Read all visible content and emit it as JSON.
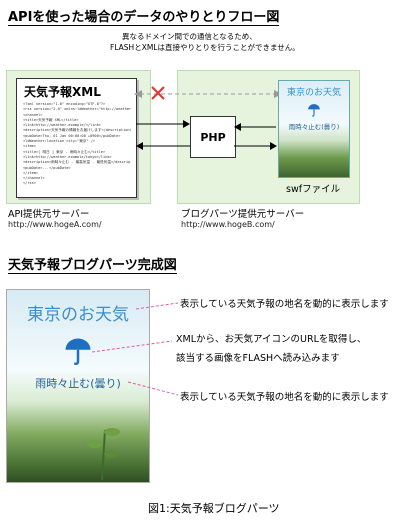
{
  "section1": {
    "title": "APIを使った場合のデータのやりとりフロー図"
  },
  "xml_box": {
    "title": "天気予報XML",
    "doc_lines": [
      "<?xml version=\"1.0\" encoding=\"UTF-8\"?>",
      "<rss version=\"2.0\" xmlns:ldWeather=\"http://weather",
      "<channel>",
      "<title>天気予報 XML</title>",
      "<link>http://weather.example/</link>",
      "<description>天気予報の情報をお届けします</description>",
      "<pubDate>Thu, 01 Jan 00:00:00 +0900</pubDate>",
      "<ldWeather:location city=\"東京\" />",
      "<item>",
      "<title>[ 明日 ] 東京 - 雨時々止む</title>",
      "<link>http://weather.example/tokyo</link>",
      "<description>雨時々止む - 最高気温 - 最低気温</description>",
      "<pubDate>...</pubDate>",
      "</item>",
      "</channel>",
      "</rss>"
    ]
  },
  "cross_domain_note": {
    "line1": "異なるドメイン間での通信となるため、",
    "line2": "FLASHとXMLは直接やりとりを行うことができません。"
  },
  "php_label": "PHP",
  "swf_widget_small": {
    "title": "東京のお天気",
    "forecast": "雨時々止む(曇り)",
    "caption": "swfファイル"
  },
  "provider_a": {
    "label": "API提供元サーバー",
    "url": "http://www.hogeA.com/"
  },
  "provider_b": {
    "label": "ブログパーツ提供元サーバー",
    "url": "http://www.hogeB.com/"
  },
  "section2": {
    "title": "天気予報ブログパーツ完成図"
  },
  "widget_large": {
    "title": "東京のお天気",
    "forecast": "雨時々止む(曇り)"
  },
  "annotations": {
    "a1": "表示している天気予報の地名を動的に表示します",
    "a2_line1": "XMLから、お天気アイコンのURLを取得し、",
    "a2_line2": "該当する画像をFLASHへ読み込みます",
    "a3": "表示している天気予報の地名を動的に表示します"
  },
  "figure_caption": "図1:天気予報ブログパーツ",
  "icon": {
    "umbrella": "umbrella-icon",
    "cross": "cross-mark-icon"
  },
  "colors": {
    "panel": "#e6f4dd",
    "widget_text": "#3a8fd0",
    "umbrella": "#1d6fc1",
    "cross": "#e0342c",
    "annotation_line": "#e35aa2"
  }
}
